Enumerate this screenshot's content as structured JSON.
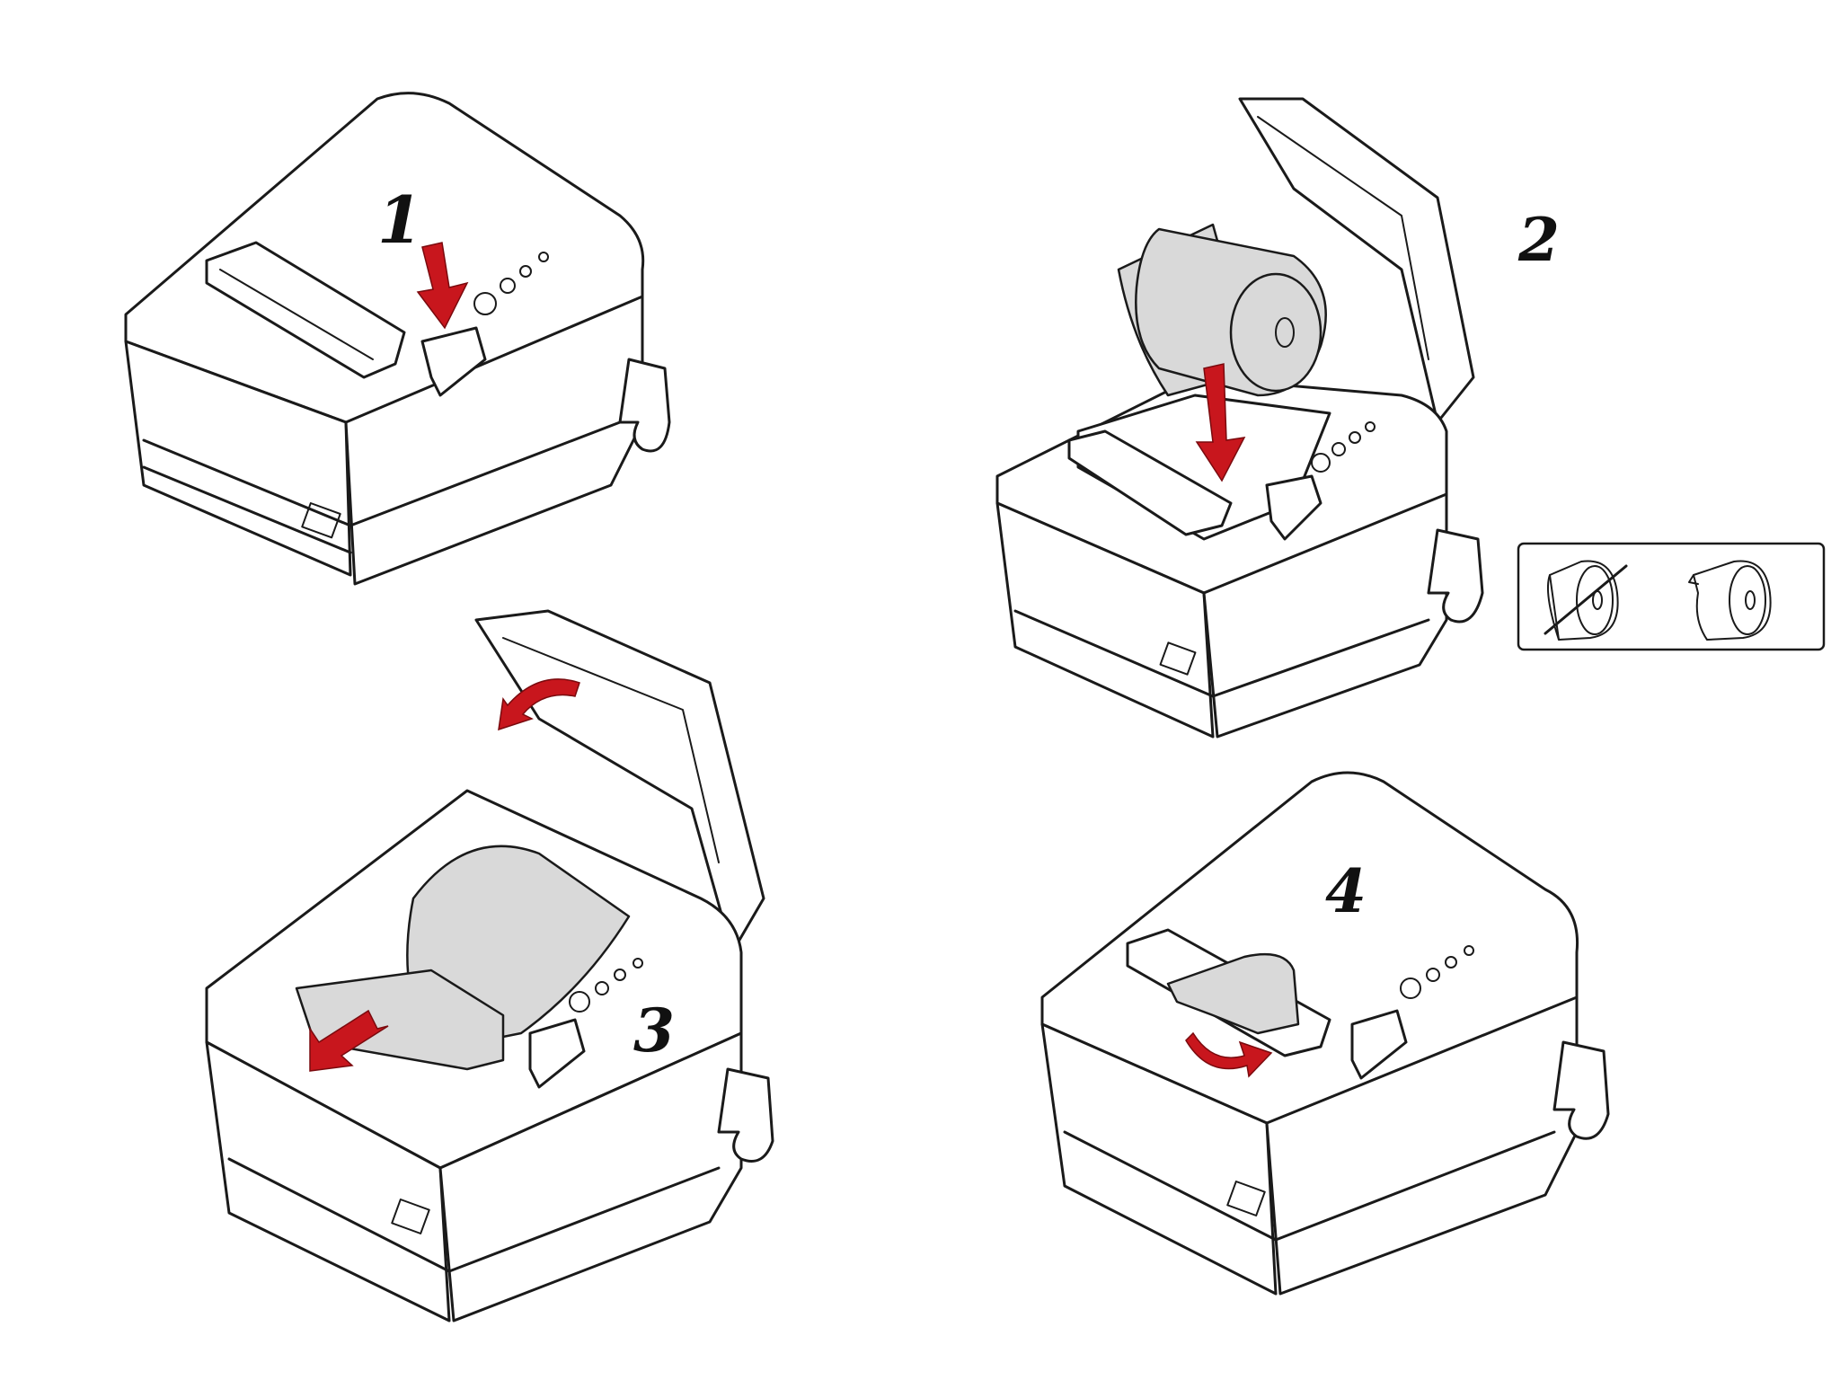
{
  "steps": [
    {
      "number": "1",
      "action": "press-cover-release"
    },
    {
      "number": "2",
      "action": "insert-paper-roll"
    },
    {
      "number": "3",
      "action": "pull-paper-close-cover"
    },
    {
      "number": "4",
      "action": "tear-off-paper"
    }
  ],
  "inset": {
    "wrong_orientation": "roll-unwinding-from-top-crossed-out",
    "correct_orientation": "roll-unwinding-from-bottom"
  },
  "colors": {
    "arrow": "#c8161d",
    "line": "#1a1a1a",
    "paper": "#d9d9d9",
    "background": "#ffffff"
  }
}
